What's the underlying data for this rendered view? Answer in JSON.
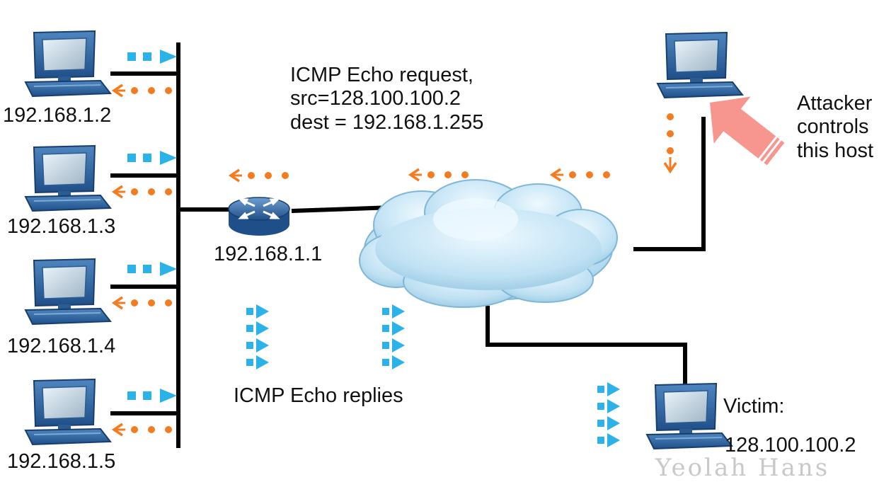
{
  "hosts": [
    {
      "label": "192.168.1.2"
    },
    {
      "label": "192.168.1.3"
    },
    {
      "label": "192.168.1.4"
    },
    {
      "label": "192.168.1.5"
    }
  ],
  "router": {
    "label": "192.168.1.1"
  },
  "request_note": {
    "lines": [
      "ICMP Echo request,",
      "src=128.100.100.2",
      "dest = 192.168.1.255"
    ]
  },
  "replies_note": {
    "label": "ICMP Echo replies"
  },
  "attacker_note": {
    "lines": [
      "Attacker",
      "controls",
      "this host"
    ]
  },
  "victim": {
    "label": "Victim:",
    "ip": "128.100.100.2"
  },
  "watermark": "Yeolah Hans",
  "colors": {
    "request_arrow": "#f47b20",
    "reply_arrow": "#2bb2e8",
    "attacker_arrow": "#f7958f",
    "wire": "#000000"
  }
}
